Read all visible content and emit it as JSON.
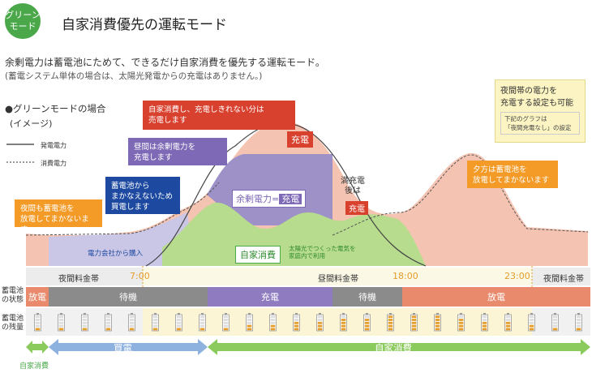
{
  "header": {
    "mode_badge": "グリーン\nモード",
    "title": "自家消費優先の運転モード",
    "subtitle": "余剰電力は蓄電池にためて、できるだけ自家消費を優先する運転モード。",
    "note": "(蓄電システム単体の場合は、太陽光発電からの充電はありません。)"
  },
  "legend": {
    "heading": "●グリーンモードの場合",
    "sub": "(イメージ)",
    "generation": "発電電力",
    "consumption": "消費電力"
  },
  "callouts": {
    "self_consume": "自家消費し、充電しきれない分は\n売電します",
    "surplus": "昼間は余剰電力を\n充電します",
    "battery_insufficient": "蓄電池から\nまかなえないため\n買電します",
    "night_discharge": "夜間も蓄電池を\n放電してまかないます",
    "evening_discharge": "夕方は蓄電池を\n放電してまかないます",
    "night_setting_title": "夜間帯の電力を\n充電する設定も可能",
    "night_setting_note": "下記のグラフは\n「夜間充電なし」の設定"
  },
  "chart_labels": {
    "sell": "充電",
    "surplus_left": "余剰電力=",
    "surplus_right": "充電",
    "full_charge": "満充電\n後は",
    "full_charge_badge": "充電",
    "self_consumption": "自家消費",
    "solar_note": "太陽光でつくった電気を\n家庭内で利用",
    "grid_purchase": "電力会社から購入"
  },
  "timeline": {
    "night_rate_left": "夜間料金帯",
    "day_rate": "昼間料金帯",
    "night_rate_right": "夜間料金帯",
    "time_7": "7:00",
    "time_18": "18:00",
    "time_23": "23:00"
  },
  "battery_state": {
    "label": "蓄電池\nの状態",
    "segments": [
      "放電",
      "待機",
      "充電",
      "待機",
      "放電"
    ]
  },
  "battery_level": {
    "label": "蓄電池\nの残量"
  },
  "arrows": {
    "buy": "買電",
    "self": "自家消費",
    "bottom_left": "自家消費"
  },
  "colors": {
    "green_badge": "#4aa84a",
    "self_consumption_green": "#b5da8c",
    "surplus_purple": "#9d91c8",
    "sell_salmon": "#f0a98c",
    "buy_blue": "#c9c6e6",
    "callout_red": "#d9412f",
    "callout_purple": "#7d69b5",
    "callout_navy": "#1d4aa0",
    "callout_orange": "#f39a27",
    "discharge": "#e98a6c",
    "standby": "#8b8b8b",
    "charge": "#8f7cc0",
    "buy_arrow": "#8eb2df",
    "self_arrow": "#8bca5c",
    "time_orange": "#e39e2b"
  }
}
